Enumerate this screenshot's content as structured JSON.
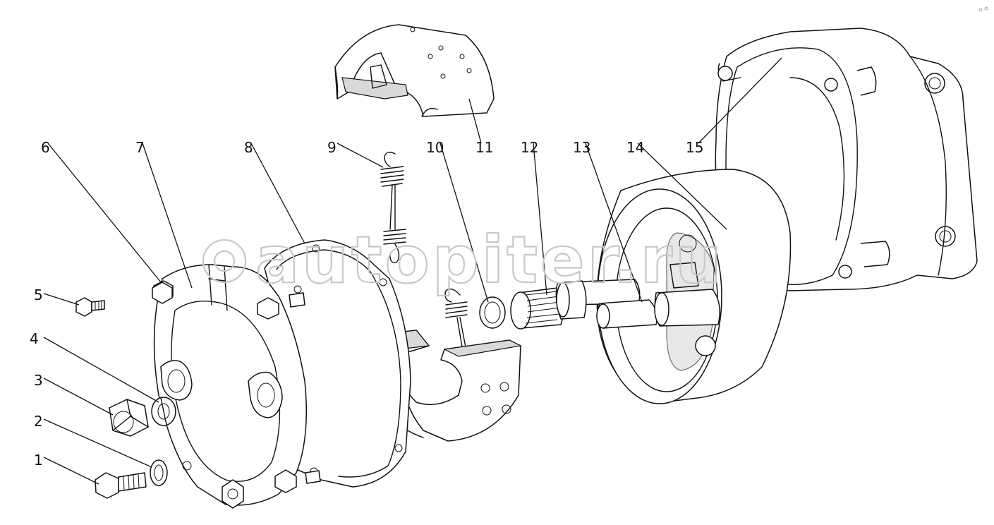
{
  "watermark": "autopiter.ru",
  "labels": [
    {
      "id": "1",
      "text": "1"
    },
    {
      "id": "2",
      "text": "2"
    },
    {
      "id": "3",
      "text": "3"
    },
    {
      "id": "4",
      "text": "4"
    },
    {
      "id": "5",
      "text": "5"
    },
    {
      "id": "6",
      "text": "6"
    },
    {
      "id": "7",
      "text": "7"
    },
    {
      "id": "8",
      "text": "8"
    },
    {
      "id": "9",
      "text": "9"
    },
    {
      "id": "10",
      "text": "10"
    },
    {
      "id": "11",
      "text": "11"
    },
    {
      "id": "12",
      "text": "12"
    },
    {
      "id": "13",
      "text": "13"
    },
    {
      "id": "14",
      "text": "14"
    },
    {
      "id": "15",
      "text": "15"
    }
  ]
}
